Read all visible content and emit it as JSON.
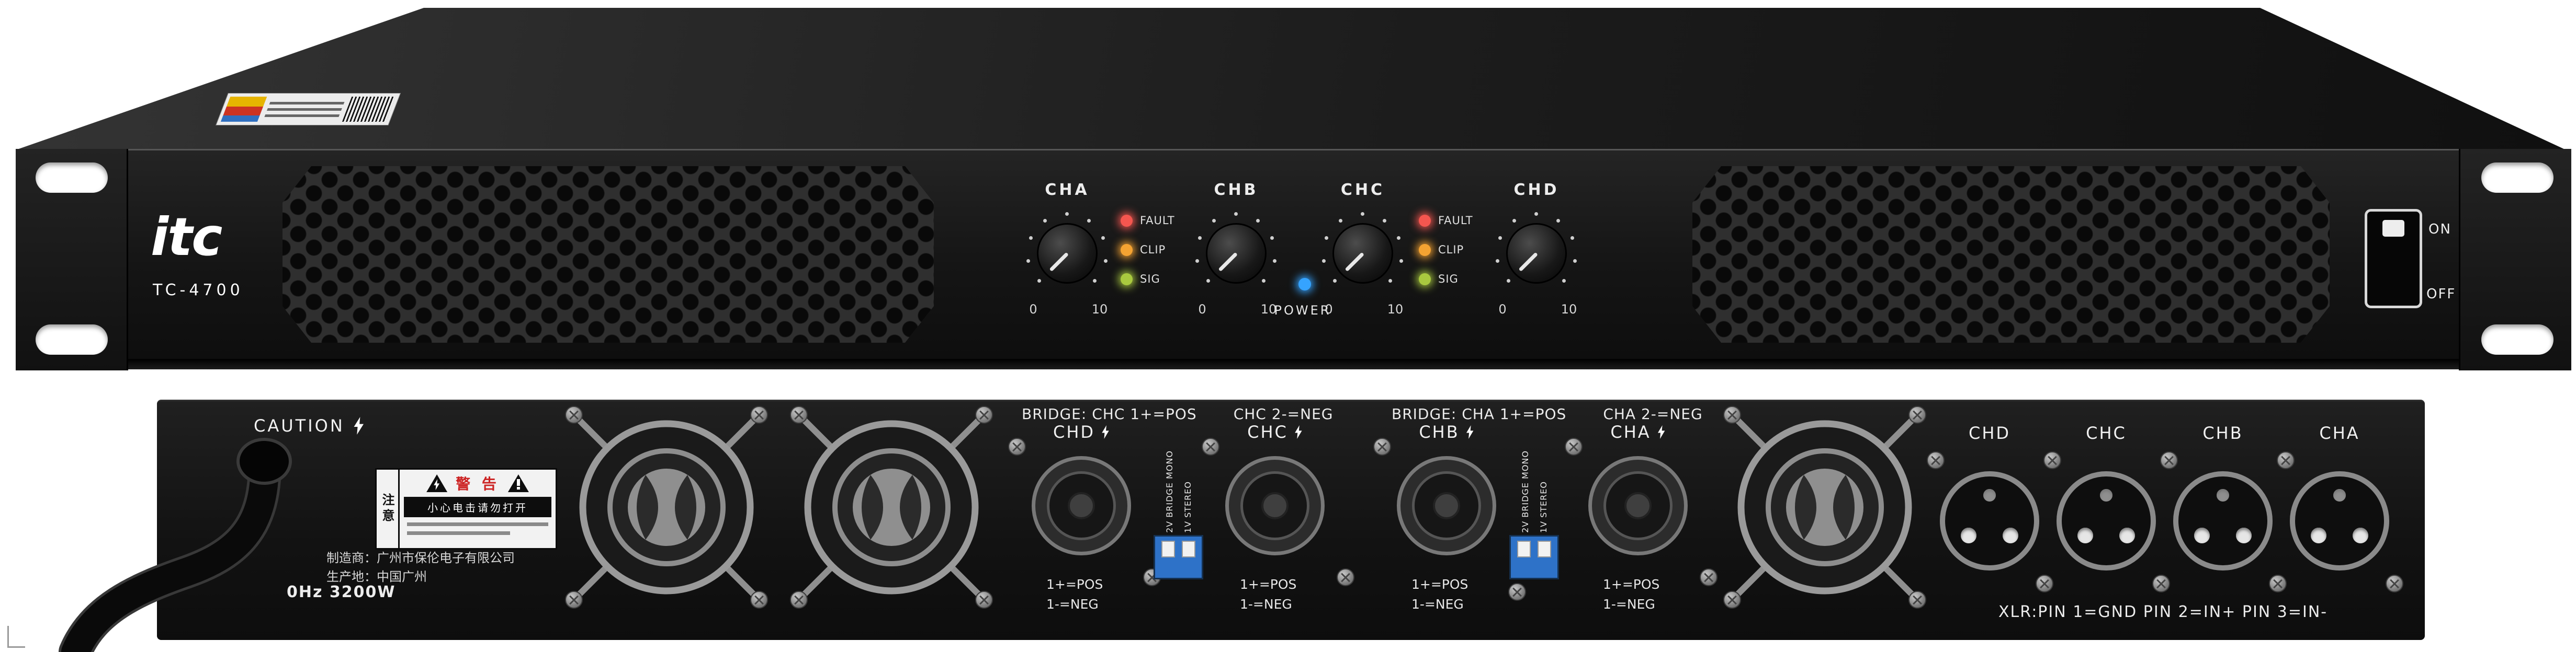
{
  "product": {
    "brand": "itc",
    "model": "TC-4700"
  },
  "front": {
    "channels": [
      {
        "label": "CHA",
        "min": "0",
        "max": "10"
      },
      {
        "label": "CHB",
        "min": "0",
        "max": "10"
      },
      {
        "label": "CHC",
        "min": "0",
        "max": "10"
      },
      {
        "label": "CHD",
        "min": "0",
        "max": "10"
      }
    ],
    "led_labels": [
      "FAULT",
      "CLIP",
      "SIG"
    ],
    "power_label": "POWER",
    "power_switch": {
      "on_label": "ON",
      "off_label": "OFF"
    },
    "colors": {
      "fault_led": "#f4564f",
      "clip_led": "#f5a332",
      "sig_led": "#a9c93f",
      "power_led": "#35a3ff"
    }
  },
  "rear": {
    "caution_label": "CAUTION",
    "warning_sticker": {
      "side_label": "注意",
      "title": "警 告",
      "message": "小心电击请勿打开"
    },
    "manufacturer_line1": "制造商：广州市保伦电子有限公司",
    "manufacturer_line2": "生产地：中国广州",
    "power_spec": "0Hz 3200W",
    "bridge_headers": [
      {
        "left": "BRIDGE: CHC 1+=POS",
        "right": "CHC 2-=NEG"
      },
      {
        "left": "BRIDGE: CHA 1+=POS",
        "right": "CHA 2-=NEG"
      }
    ],
    "speakon_outputs": [
      {
        "label": "CHD",
        "line1": "1+=POS",
        "line2": "1-=NEG"
      },
      {
        "label": "CHC",
        "line1": "1+=POS",
        "line2": "1-=NEG"
      },
      {
        "label": "CHB",
        "line1": "1+=POS",
        "line2": "1-=NEG"
      },
      {
        "label": "CHA",
        "line1": "1+=POS",
        "line2": "1-=NEG"
      }
    ],
    "dip_switch": {
      "label_left": "2V BRIDGE MONO",
      "label_right": "1V STEREO"
    },
    "xlr_inputs": {
      "labels": [
        "CHD",
        "CHC",
        "CHB",
        "CHA"
      ],
      "caption": "XLR:PIN 1=GND PIN 2=IN+ PIN 3=IN-"
    }
  },
  "icons": {
    "lightning": "⚡",
    "warning_triangle": "⚠"
  }
}
